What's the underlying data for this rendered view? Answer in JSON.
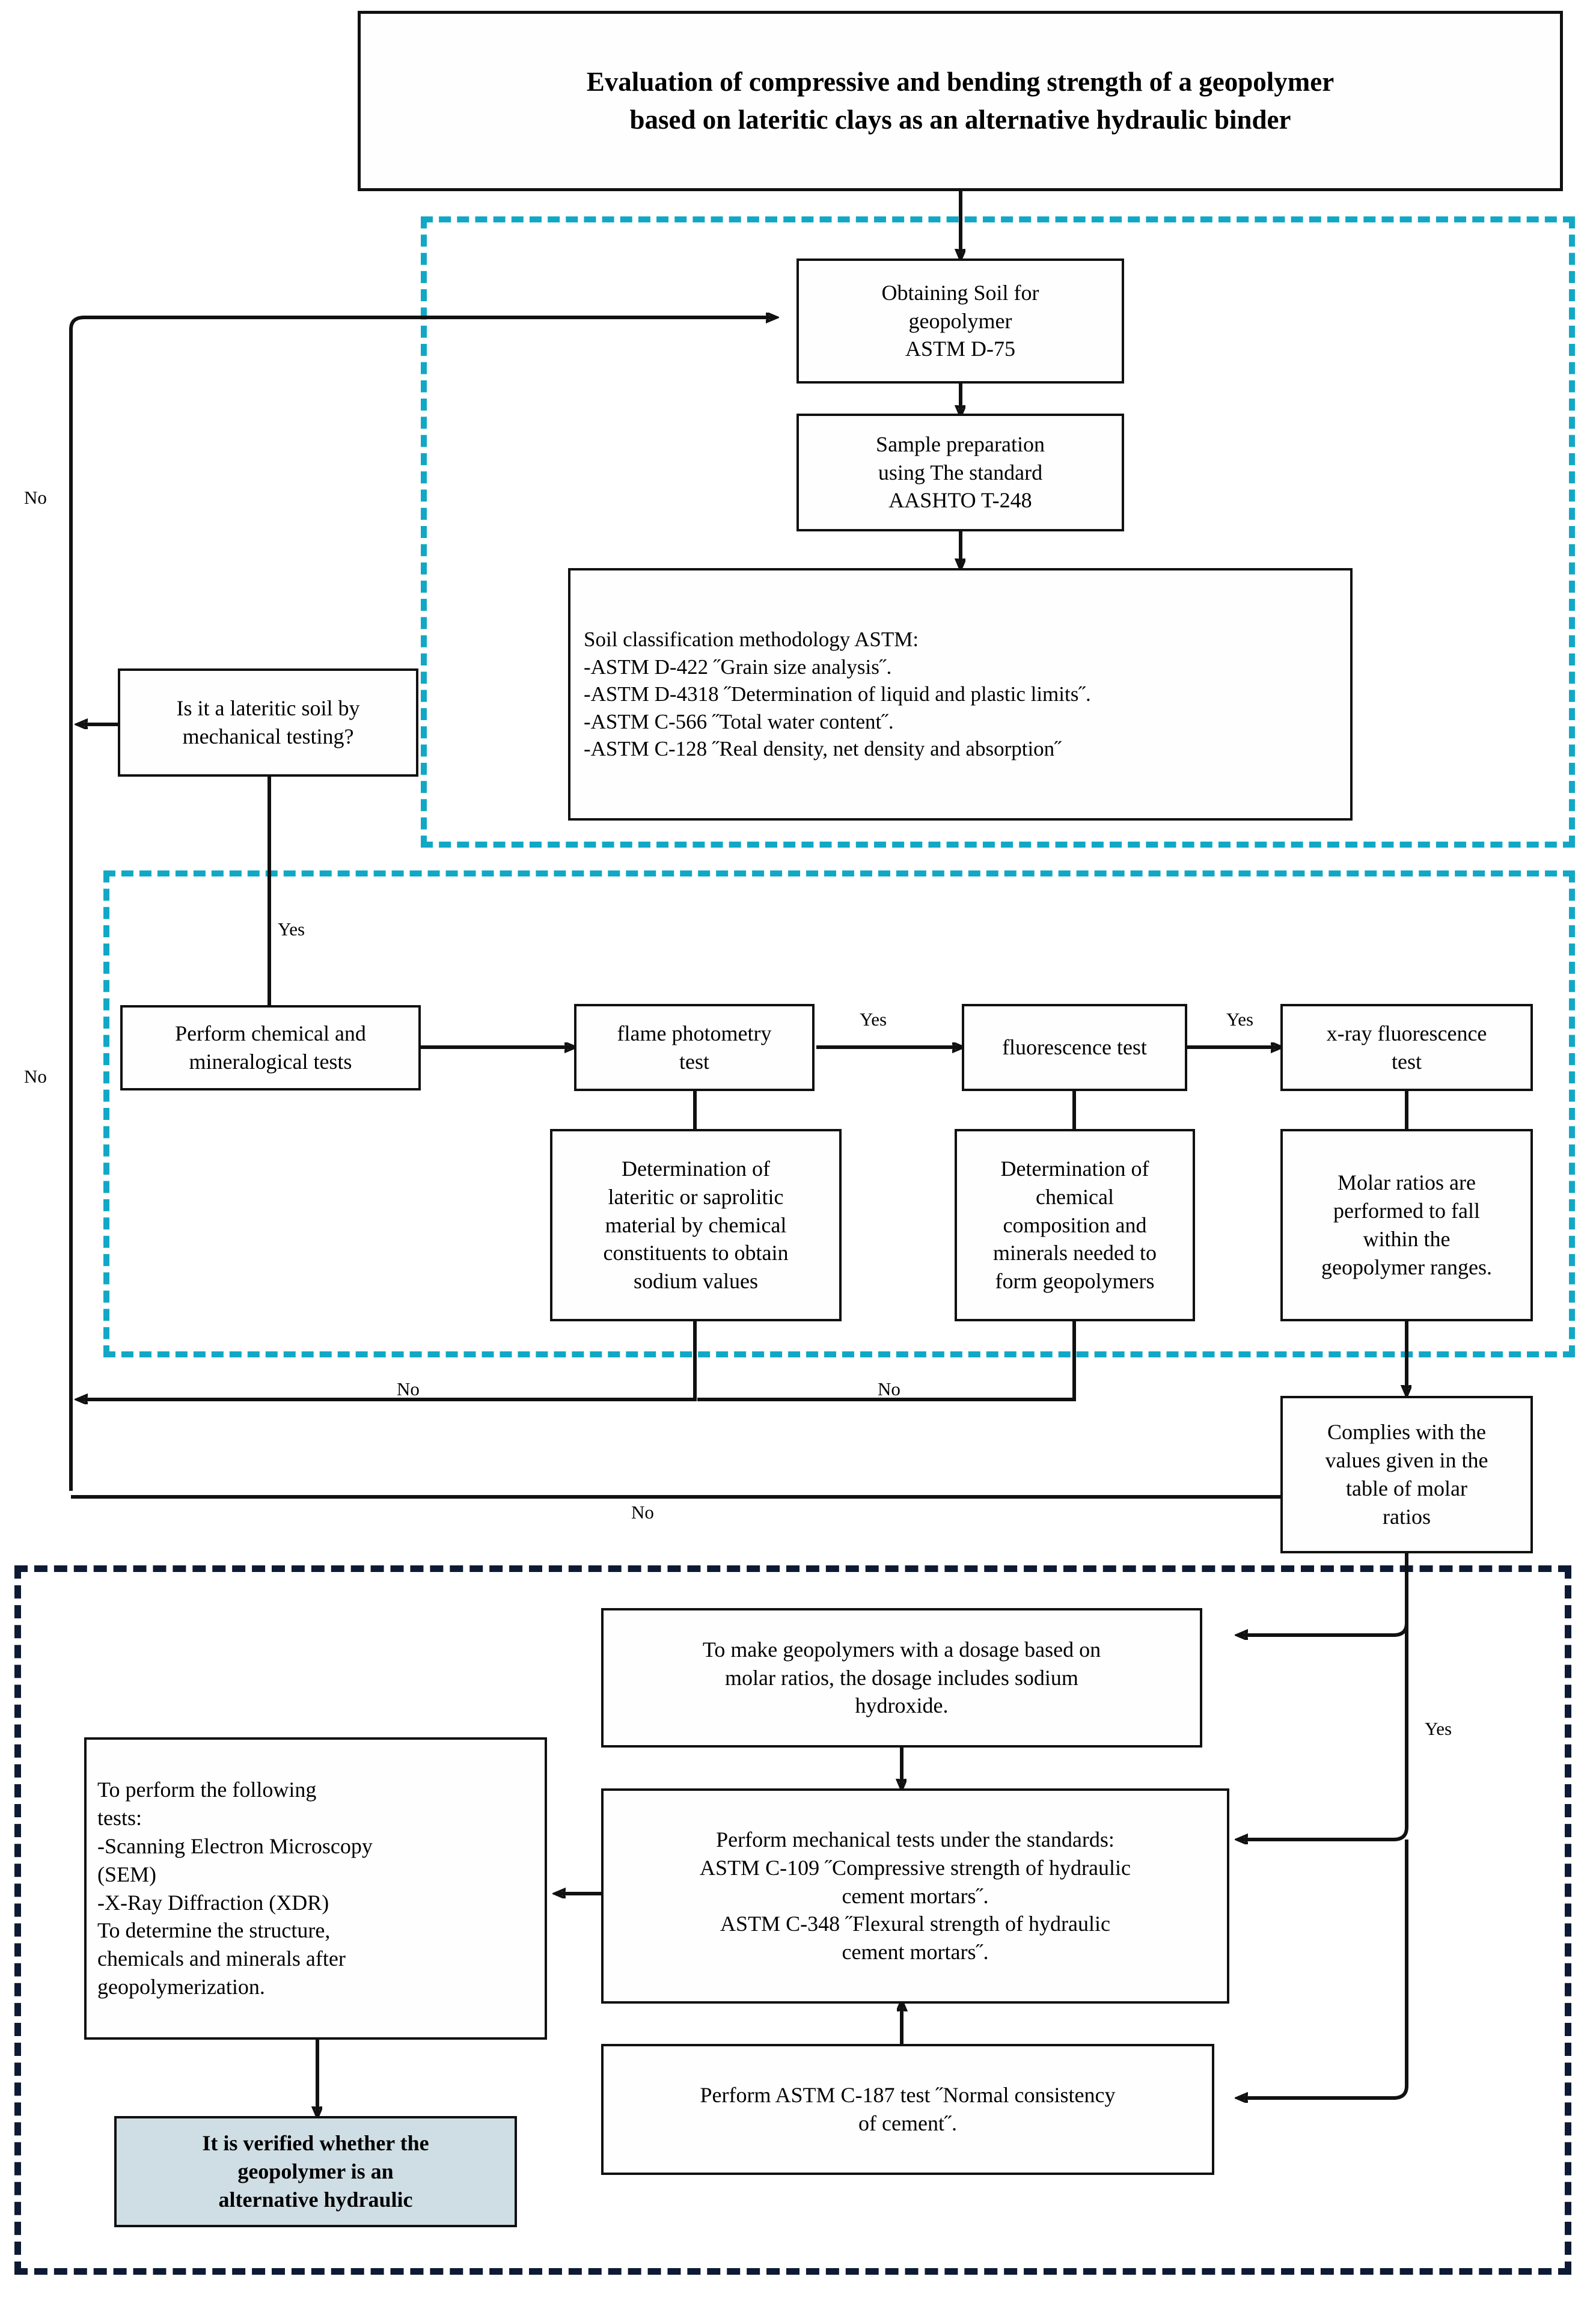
{
  "title": {
    "text": "Evaluation of compressive and bending strength of a geopolymer\nbased on lateritic clays as an alternative hydraulic binder"
  },
  "regions": {
    "soil_characterization": {
      "style": "cyan-dashed"
    },
    "chemical_mineralogical": {
      "style": "cyan-dashed"
    },
    "geopolymer_production": {
      "style": "navy-dashed"
    }
  },
  "nodes": {
    "obtaining_soil": "Obtaining Soil for\ngeopolymer\nASTM D-75",
    "sample_preparation": "Sample preparation\nusing The standard\nAASHTO T-248",
    "soil_classification": "Soil classification methodology ASTM:\n-ASTM D-422 ˝Grain size analysis˝.\n -ASTM D-4318 ˝Determination of liquid and plastic limits˝.\n-ASTM C-566 ˝Total water content˝.\n-ASTM C-128 ˝Real density, net density and absorption˝",
    "lateritic_question": "Is it a lateritic soil by\nmechanical testing?",
    "chemical_tests": "Perform chemical and\nmineralogical tests",
    "flame_photometry": "flame photometry\ntest",
    "fluorescence": "fluorescence test",
    "xray_fluorescence": "x-ray fluorescence\ntest",
    "determination_sodium": "Determination of\nlateritic or saprolitic\nmaterial by chemical\nconstituents to obtain\nsodium values",
    "determination_chemical": "Determination of\nchemical\ncomposition and\nminerals needed to\nform geopolymers",
    "molar_ratios": "Molar ratios are\nperformed to fall\nwithin the\ngeopolymer ranges.",
    "complies": "Complies with the\nvalues given in the\ntable of molar\nratios",
    "make_geopolymers": "To make geopolymers with a dosage based on\nmolar ratios, the dosage includes sodium\nhydroxide.",
    "mechanical_tests": "Perform mechanical tests under the standards:\nASTM C-109 ˝Compressive strength of hydraulic\ncement mortars˝.\nASTM C-348 ˝Flexural strength of hydraulic\ncement mortars˝.",
    "consistency_test": "Perform ASTM C-187 test ˝Normal consistency\nof cement˝.",
    "sem_xdr": "        To perform the following\ntests:\n-Scanning Electron Microscopy\n(SEM)\n-X-Ray Diffraction (XDR)\nTo determine the structure,\nchemicals and minerals after\ngeopolymerization.",
    "verified": "It is verified whether the\ngeopolymer is an\nalternative hydraulic"
  },
  "edge_labels": {
    "no_top_left": "No",
    "no_mid_left": "No",
    "yes_lateritic": "Yes",
    "yes_flame": "Yes",
    "yes_fluorescence": "Yes",
    "no_flame": "No",
    "no_fluorescence": "No",
    "no_bottom": "No",
    "yes_complies": "Yes"
  },
  "colors": {
    "region_cyan": "#11a8c6",
    "region_navy": "#0d1a33",
    "node_border": "#111111",
    "shaded_fill": "#cfdde4",
    "background": "#ffffff"
  }
}
